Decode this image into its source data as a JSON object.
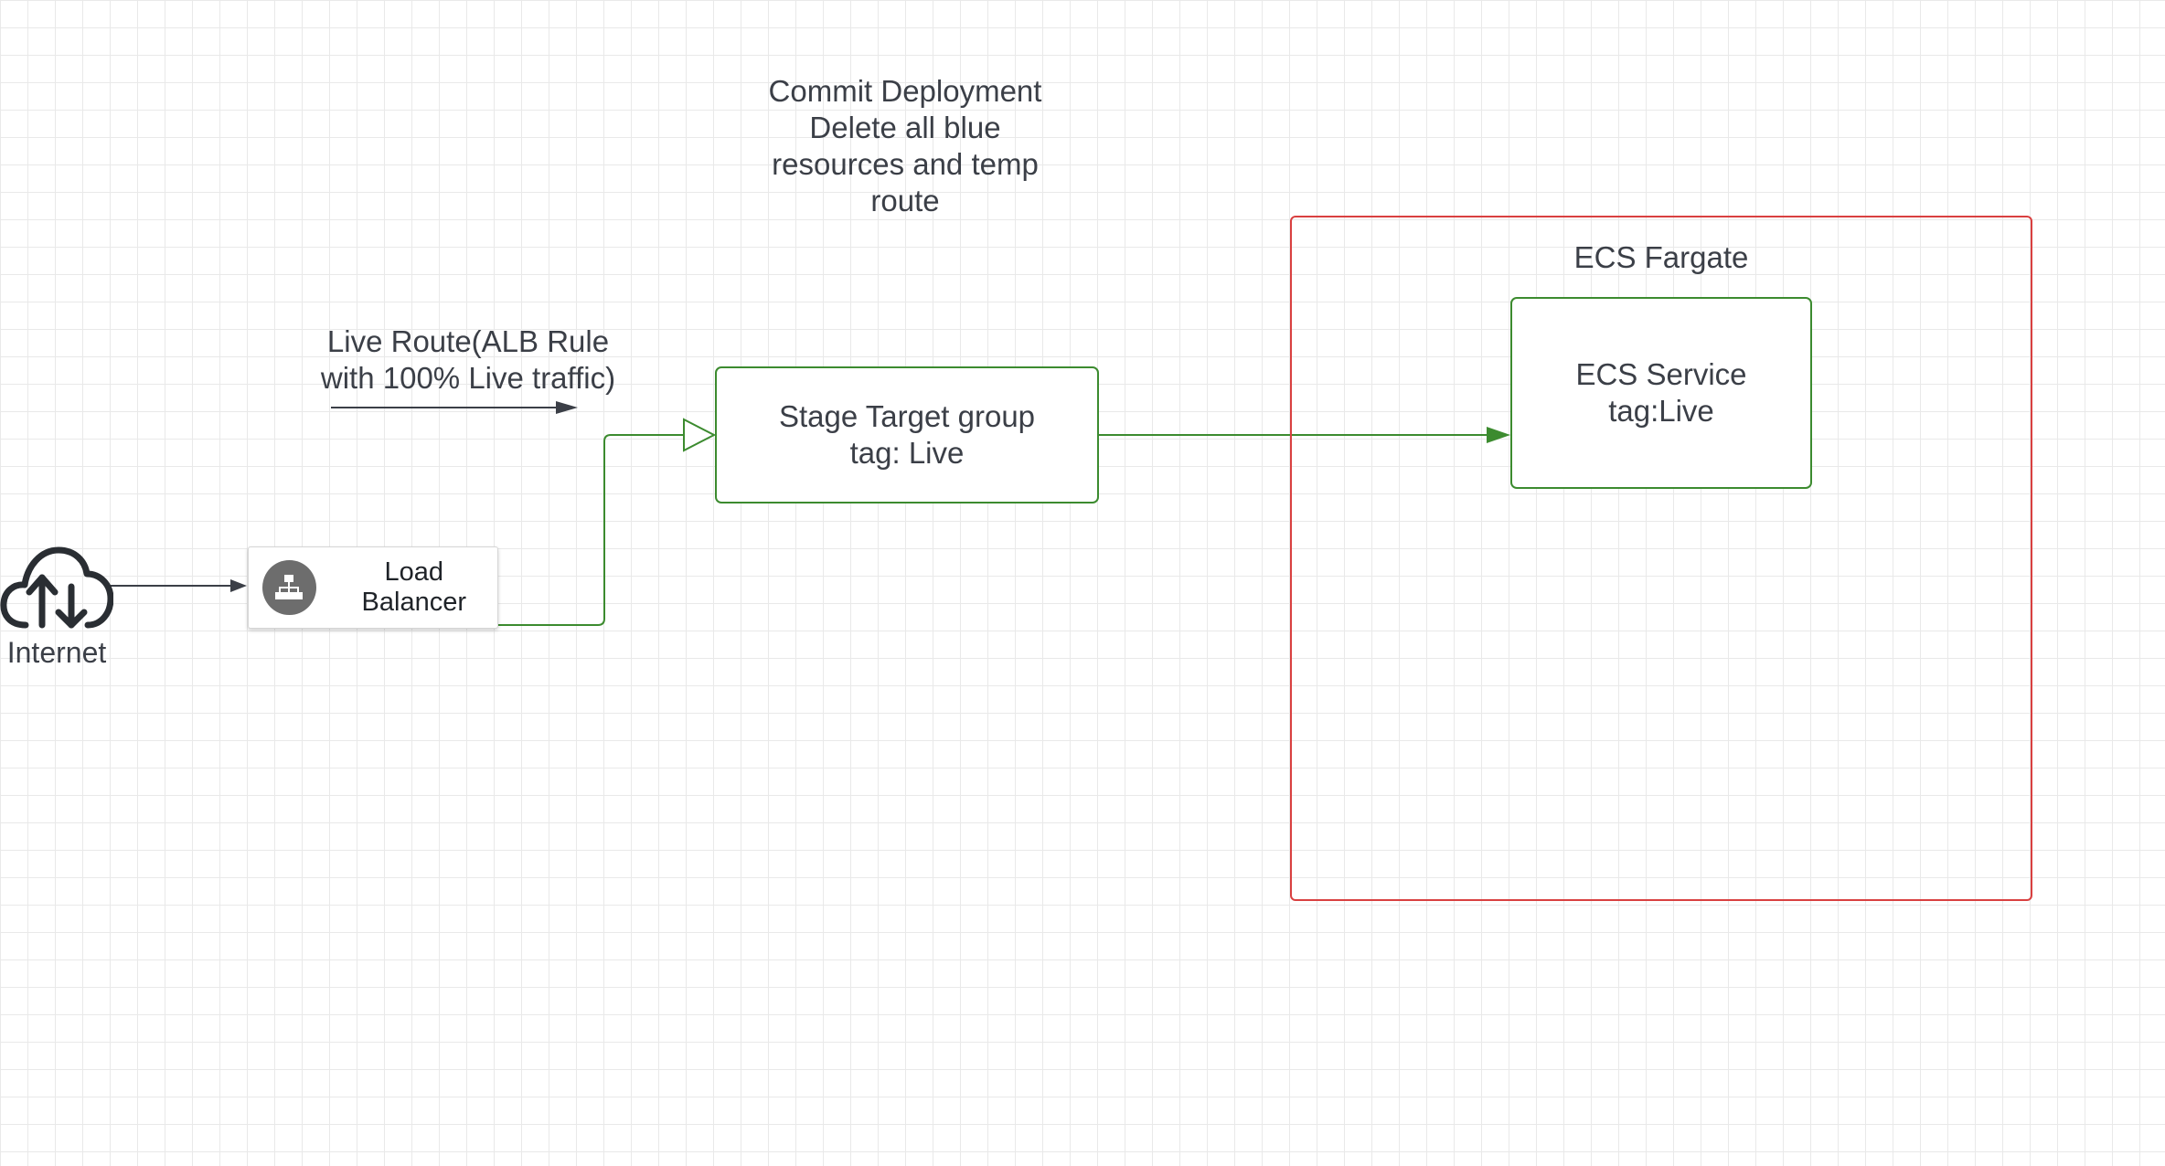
{
  "diagram": {
    "commit_note": {
      "lines": [
        "Commit Deployment",
        "Delete all blue",
        "resources and temp",
        "route"
      ]
    },
    "live_route": {
      "lines": [
        "Live Route(ALB Rule",
        "with 100% Live traffic)"
      ]
    },
    "internet": {
      "label": "Internet",
      "icon": "cloud-upload-download-icon"
    },
    "load_balancer": {
      "label": "Load Balancer",
      "icon": "network-hierarchy-icon"
    },
    "stage_target_group": {
      "lines": [
        "Stage Target group",
        "tag: Live"
      ]
    },
    "ecs_fargate": {
      "label": "ECS Fargate"
    },
    "ecs_service": {
      "lines": [
        "ECS Service",
        "tag:Live"
      ]
    },
    "colors": {
      "green": "#3c8b2f",
      "red": "#d94040",
      "text": "#3b3f47",
      "arrow_dark": "#3b3f47",
      "grid": "#e9e9e9"
    }
  }
}
